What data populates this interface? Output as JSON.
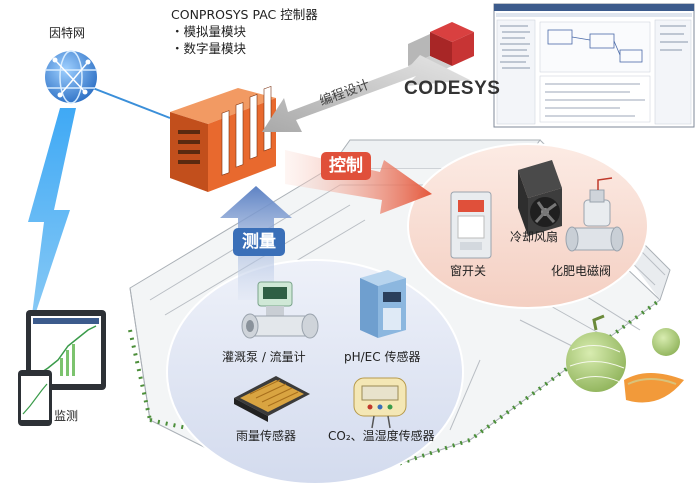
{
  "internet_label": "因特网",
  "controller": {
    "title": "CONPROSYS PAC 控制器",
    "module_1": "・模拟量模块",
    "module_2": "・数字量模块"
  },
  "codesys": {
    "logo_text": "CODESYS",
    "arrow_label": "编程设计"
  },
  "control_tag": "控制",
  "measure_tag": "测量",
  "actuators": {
    "window": "窗开关",
    "fan": "冷却风扇",
    "valve": "化肥电磁阀"
  },
  "sensors": {
    "pump": "灌溉泵 / 流量计",
    "ph": "pH/EC 传感器",
    "rain": "雨量传感器",
    "co2": "CO₂、温湿度传感器"
  },
  "monitor_label": "监测",
  "colors": {
    "control_tag": "#e0503a",
    "measure_tag": "#3a6fb8",
    "controller_body": "#e8692e",
    "sensor_zone": "#dde3f2",
    "actuator_zone": "#f7d9cf"
  }
}
